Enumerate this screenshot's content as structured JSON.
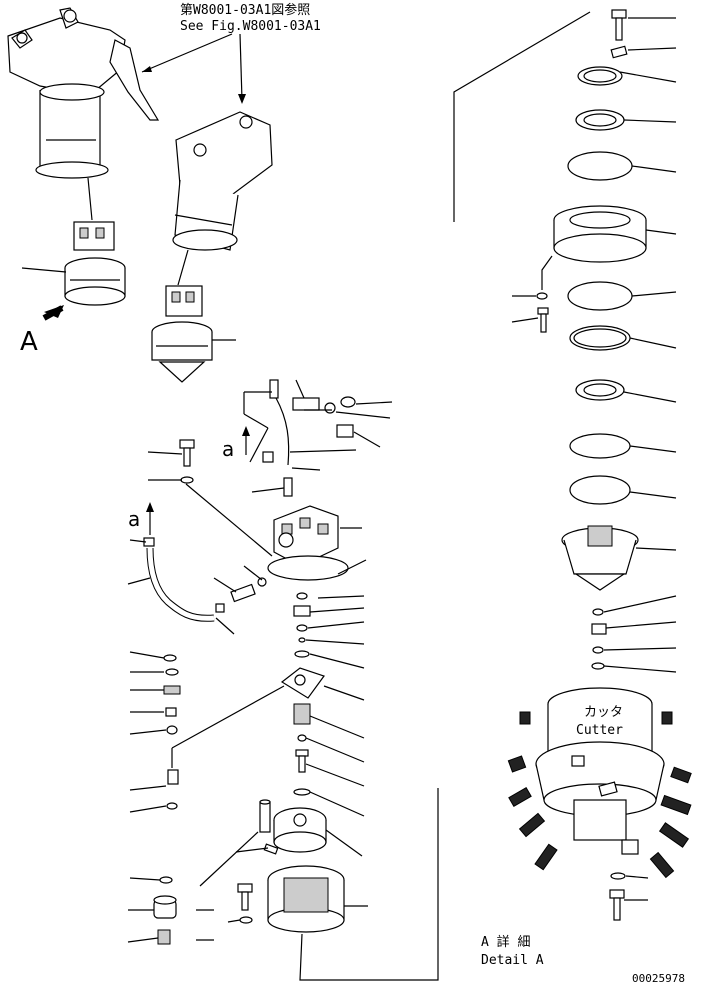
{
  "header": {
    "reference_jp": "第W8001-03A1図参照",
    "reference_en": "See Fig.W8001-03A1"
  },
  "view_labels": {
    "view_a": "A",
    "arrow_a_upper": "a",
    "arrow_a_left": "a"
  },
  "cutter": {
    "label_jp": "カッタ",
    "label_en": "Cutter"
  },
  "detail": {
    "title_jp": "A 詳 細",
    "title_en": "Detail A"
  },
  "drawing_number": "00025978"
}
